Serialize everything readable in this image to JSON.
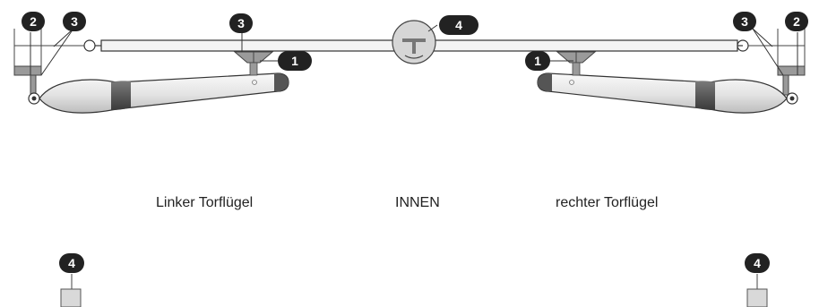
{
  "labels": {
    "left_wing": "Linker Torflügel",
    "inside": "INNEN",
    "right_wing": "rechter Torflügel"
  },
  "callouts": {
    "bracket_front": "1",
    "pillar": "2",
    "bracket_rear": "3",
    "center_stop": "4"
  },
  "colors": {
    "badge": "#222222",
    "motor_body": "#e6e6e6",
    "motor_band": "#555555",
    "bracket": "#9a9a9a",
    "gate_bar": "#f4f4f4",
    "line": "#333333"
  }
}
